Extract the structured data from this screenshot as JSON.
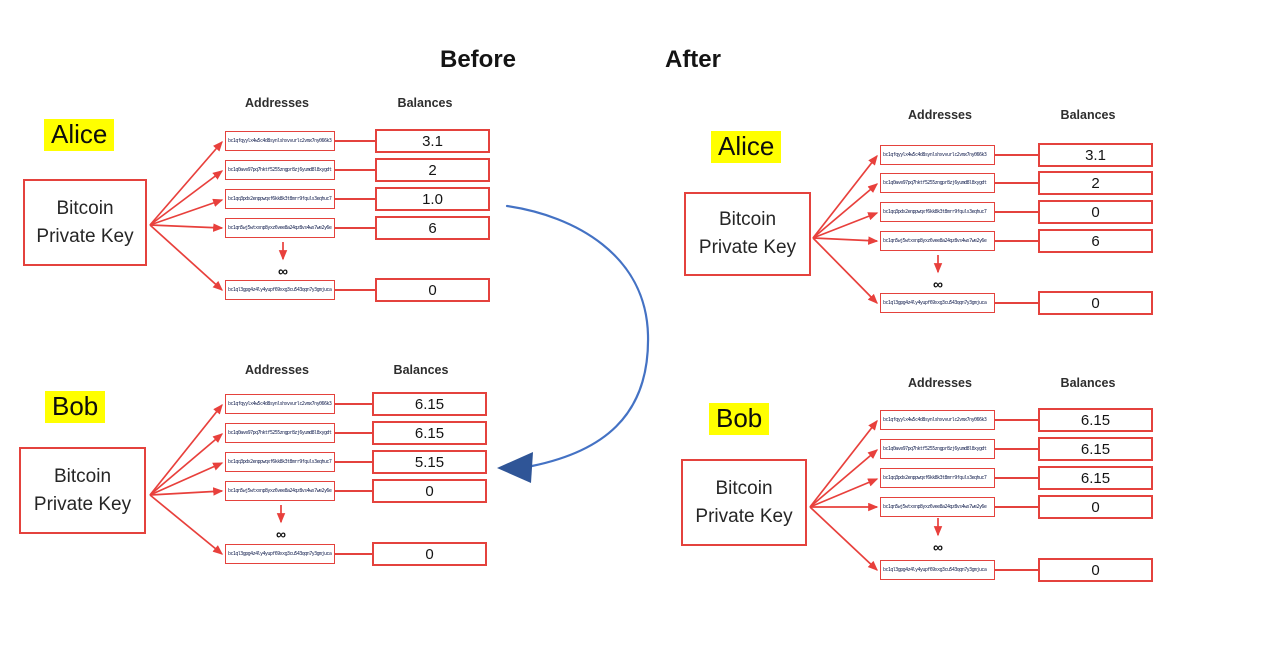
{
  "titles": {
    "before": "Before",
    "after": "After"
  },
  "shared": {
    "key_box_line1": "Bitcoin",
    "key_box_line2": "Private Key",
    "addresses_header": "Addresses",
    "balances_header": "Balances",
    "infinity_symbol": "∞"
  },
  "addresses": [
    "bc1qfqyylx4w5c4d8synlshxvvurlc2vmx7ny066k3",
    "bc1q0ave97pq7hktf5255zngpr8zj6yumd8l8xygdt",
    "bc1qq3pdx2enppwqxf6kk8k3t8mrr9fquls3eqhuc7",
    "bc1qn5wj5wtxxnp8yxz6vee8a24qz8vs4ws7we2y6e",
    "bc1ql3gpg4z4ly4yupf69xxg3cu543qqn7y3gmjuca"
  ],
  "groups": [
    {
      "owner": "Alice",
      "state": "before",
      "balances": [
        "3.1",
        "2",
        "1.0",
        "6",
        "0"
      ]
    },
    {
      "owner": "Bob",
      "state": "before",
      "balances": [
        "6.15",
        "6.15",
        "5.15",
        "0",
        "0"
      ]
    },
    {
      "owner": "Alice",
      "state": "after",
      "balances": [
        "3.1",
        "2",
        "0",
        "6",
        "0"
      ]
    },
    {
      "owner": "Bob",
      "state": "after",
      "balances": [
        "6.15",
        "6.15",
        "6.15",
        "0",
        "0"
      ]
    }
  ],
  "transfer_annotation": "blue curved arrow from Alice balance 1.0 (before) to Bob balance 5.15 (before)",
  "colors": {
    "box_red": "#e4423d",
    "arrow_red": "#e8403c",
    "highlight_yellow": "#ffff00",
    "transfer_blue": "#4472c4",
    "transfer_arrowhead_blue": "#2f5597",
    "address_text": "#1b2653"
  }
}
